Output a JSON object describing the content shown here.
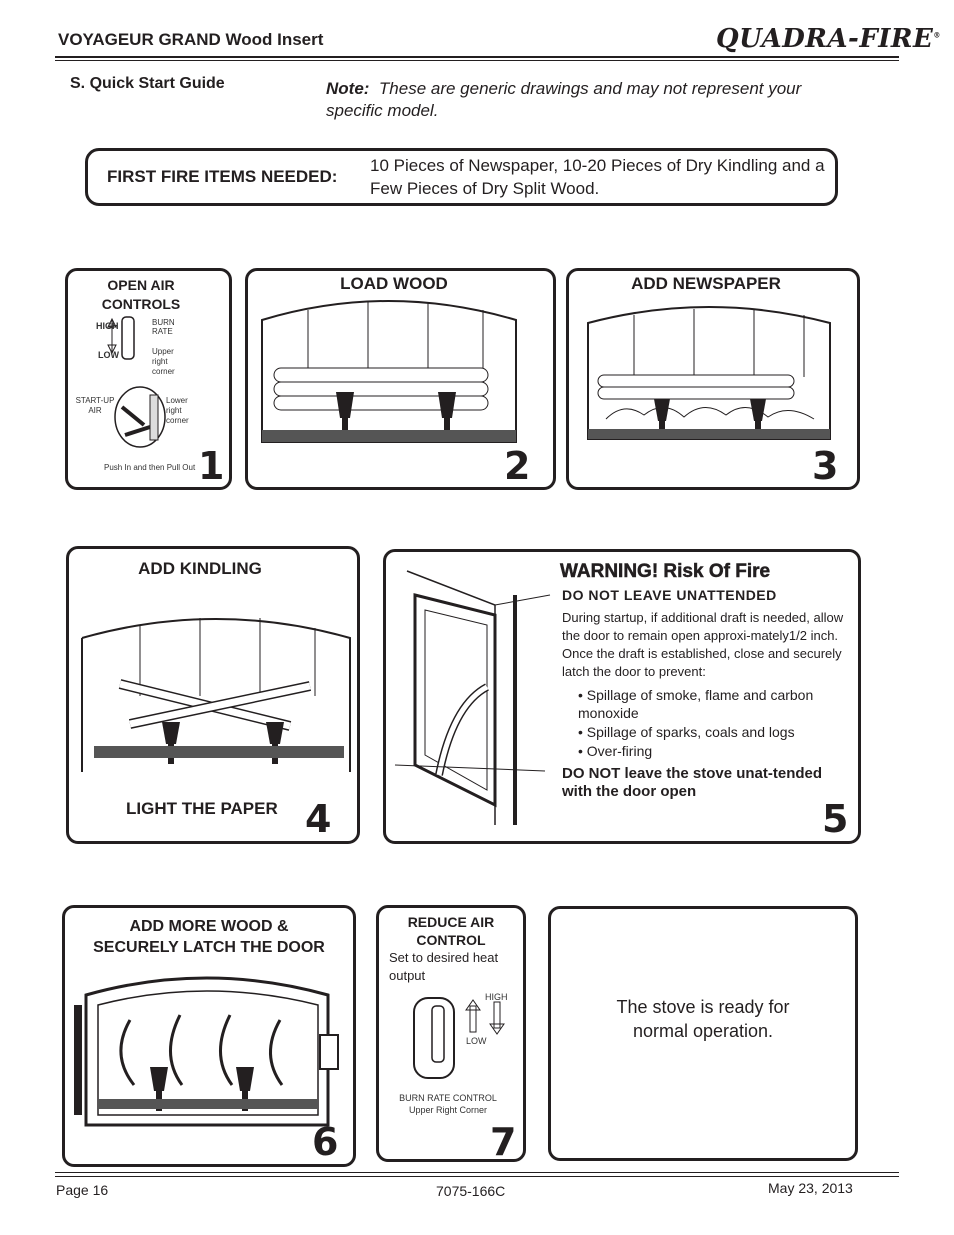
{
  "header": {
    "title": "VOYAGEUR GRAND Wood Insert",
    "logo": "QUADRA-FIRE",
    "logo_mark": "®"
  },
  "section": {
    "title": "S. Quick Start Guide",
    "note_label": "Note:",
    "note_text": "These are generic drawings and may not represent your specific model."
  },
  "first_fire": {
    "label": "FIRST FIRE ITEMS NEEDED:",
    "text": "10 Pieces of Newspaper, 10-20 Pieces of Dry Kindling and a Few Pieces of Dry Split Wood."
  },
  "steps": {
    "s1": {
      "number": "1",
      "title_line1": "OPEN AIR",
      "title_line2": "CONTROLS",
      "high": "HIGH",
      "low": "LOW",
      "burn_rate": "BURN RATE",
      "upper": "Upper right corner",
      "startup": "START-UP AIR",
      "lower": "Lower right corner",
      "push": "Push In and then Pull Out"
    },
    "s2": {
      "number": "2",
      "title": "LOAD WOOD"
    },
    "s3": {
      "number": "3",
      "title": "ADD NEWSPAPER"
    },
    "s4": {
      "number": "4",
      "title": "ADD KINDLING",
      "subtitle": "LIGHT THE PAPER"
    },
    "s5": {
      "number": "5",
      "warning_title": "WARNING! Risk Of Fire",
      "warning_sub": "DO NOT LEAVE UNATTENDED",
      "body": "During startup, if additional draft is needed, allow the door to remain open approxi-mately1/2 inch.  Once the draft is established, close and securely latch the door to prevent:",
      "bullets": [
        "• Spillage of smoke, flame and carbon monoxide",
        "• Spillage of sparks, coals and logs",
        "• Over-firing"
      ],
      "final": "DO NOT leave the stove unat-tended with the door open"
    },
    "s6": {
      "number": "6",
      "title_line1": "ADD MORE WOOD &",
      "title_line2": "SECURELY LATCH THE DOOR"
    },
    "s7": {
      "number": "7",
      "title_line1": "REDUCE AIR",
      "title_line2": "CONTROL",
      "desc": "Set to desired heat output",
      "high": "HIGH",
      "low": "LOW",
      "caption1": "BURN RATE CONTROL",
      "caption2": "Upper Right Corner"
    },
    "s8": {
      "text": "The stove is ready for normal operation."
    }
  },
  "footer": {
    "page": "Page  16",
    "doc": "7075-166C",
    "date": "May 23, 2013"
  }
}
